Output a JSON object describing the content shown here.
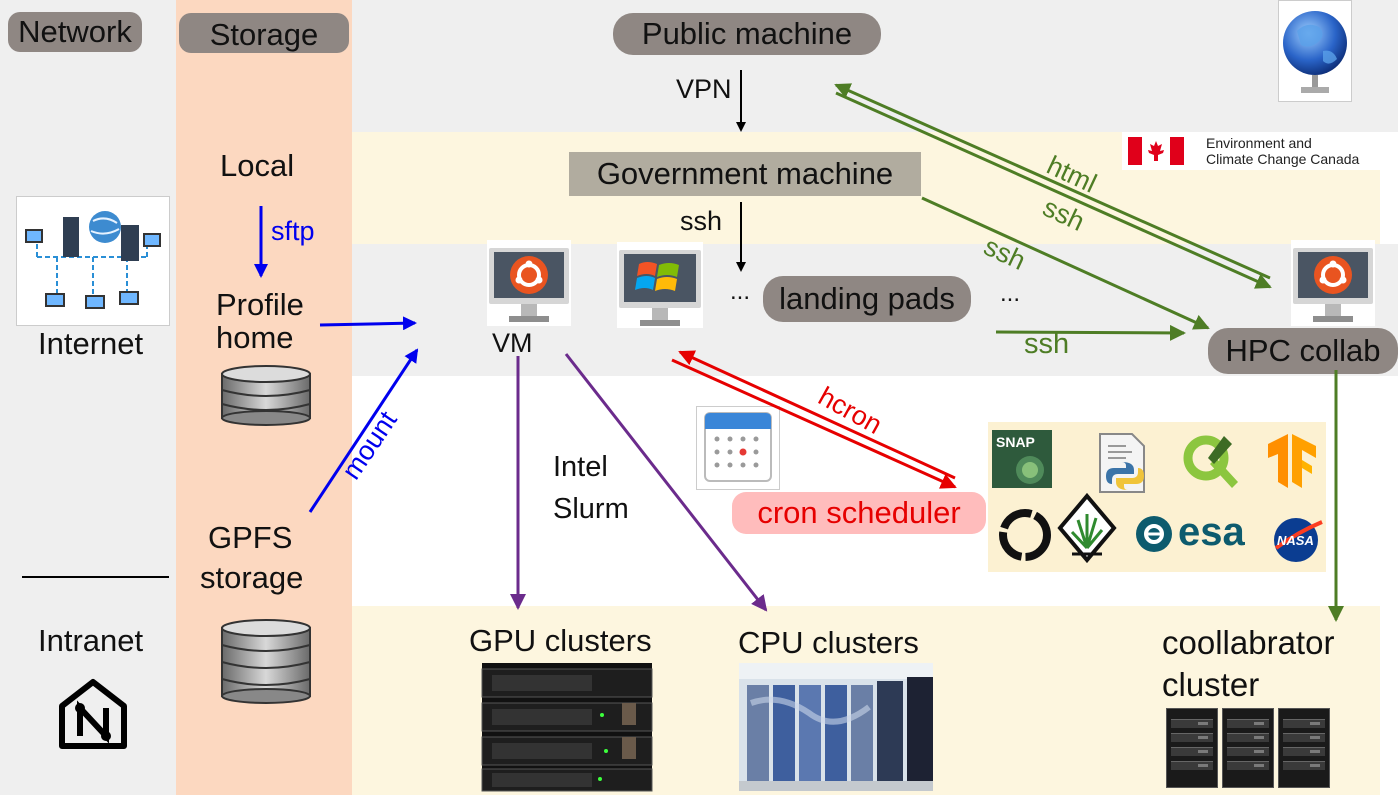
{
  "columns": {
    "network_label": "Network",
    "storage_label": "Storage"
  },
  "network": {
    "internet_label": "Internet",
    "intranet_label": "Intranet"
  },
  "storage": {
    "local_label": "Local",
    "sftp_label": "sftp",
    "profile_home_line1": "Profile",
    "profile_home_line2": "home",
    "mount_label": "mount",
    "gpfs_line1": "GPFS",
    "gpfs_line2": "storage"
  },
  "nodes": {
    "public_machine": "Public machine",
    "vpn_label": "VPN",
    "government_machine": "Government machine",
    "ssh_label": "ssh",
    "vm_label": "VM",
    "ellipsis_left": "...",
    "landing_pads": "landing pads",
    "ellipsis_right": "...",
    "hpc_collab": "HPC collab",
    "intel_label": "Intel",
    "slurm_label": "Slurm",
    "hcron_label": "hcron",
    "cron_scheduler": "cron scheduler",
    "gpu_clusters": "GPU clusters",
    "cpu_clusters": "CPU clusters",
    "collab_cluster_line1": "coollabrator",
    "collab_cluster_line2": "cluster"
  },
  "edges": {
    "html_label": "html",
    "ssh_gov_hpc_label": "ssh",
    "ssh_gov_hpc2_label": "ssh",
    "ssh_pads_hpc_label": "ssh"
  },
  "logos": {
    "eccc_line1": "Environment and",
    "eccc_line2": "Climate Change Canada",
    "snap": "SNAP",
    "esa": "esa",
    "nasa": "NASA"
  },
  "icons": [
    "globe-icon",
    "network-diagram-icon",
    "database-icon",
    "ubuntu-monitor-icon",
    "windows-monitor-icon",
    "calendar-icon",
    "intranet-house-icon",
    "server-rack-icon",
    "canada-flag-icon",
    "python-file-icon",
    "qgis-icon",
    "tensorflow-icon"
  ],
  "colors": {
    "network_col": "#efefef",
    "storage_col": "#fcd8c0",
    "band_gray": "#efefef",
    "band_cream": "#fdf6df",
    "pill_dark": "#8f8783",
    "gov_box": "#b1ac9f",
    "cron_pill": "#ffbcbc",
    "arrow_blue": "#0000ee",
    "arrow_green": "#4e7d25",
    "arrow_purple": "#6b2b8c",
    "arrow_red": "#e60000",
    "arrow_black": "#000000"
  }
}
